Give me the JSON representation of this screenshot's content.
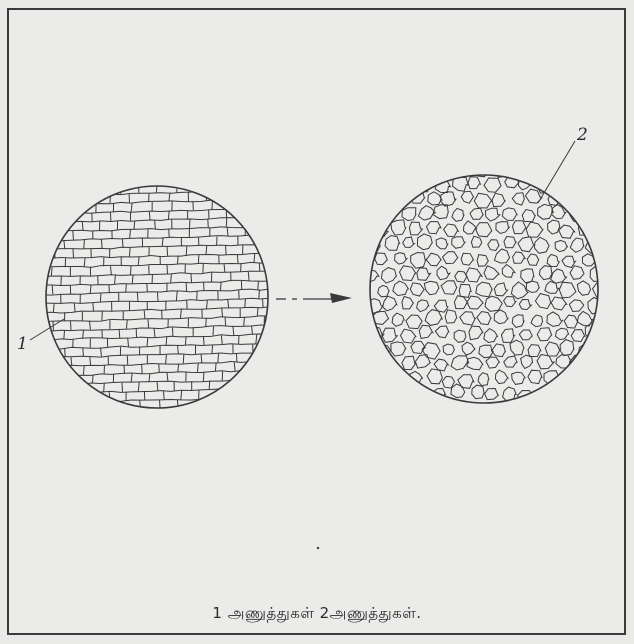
{
  "diagram": {
    "left_circle_label": "1",
    "right_circle_label": "2",
    "caption": "1 அணுத்துகள் 2அணுத்துகள்.",
    "ink_color": "#3a3a3a",
    "background_color": "#ebebea"
  }
}
